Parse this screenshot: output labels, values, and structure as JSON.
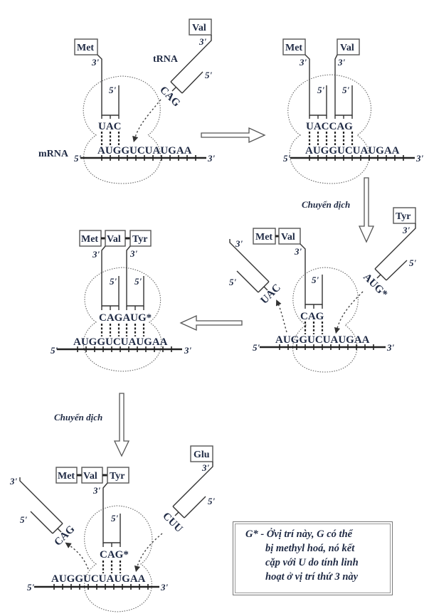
{
  "title": "Translation elongation with wobble pairing diagram",
  "labels": {
    "trna": "tRNA",
    "mrna": "mRNA",
    "five_prime": "5'",
    "three_prime": "3'",
    "translocation": "Chuyển dịch"
  },
  "amino_acids": [
    "Met",
    "Val",
    "Tyr",
    "Glu"
  ],
  "mrna_sequence": "AUGGUCUAUGAA",
  "panels": [
    {
      "id": "step-1",
      "codons_paired": "AUG",
      "p_site_anticodon": "UAC",
      "incoming_anticodon": "CAG",
      "incoming_aa": "Val",
      "chain": [
        "Met"
      ]
    },
    {
      "id": "step-2",
      "anticodons": "UACCAG",
      "chain_left": [
        "Met"
      ],
      "chain_right": [
        "Val"
      ]
    },
    {
      "id": "step-3",
      "leaving_anticodon": "UAC",
      "p_site_anticodon": "CAG",
      "incoming_anticodon": "AUG*",
      "incoming_aa": "Tyr",
      "chain": [
        "Met",
        "Val"
      ]
    },
    {
      "id": "step-4",
      "anticodons": "CAGAUG*",
      "chain": [
        "Met",
        "Val",
        "Tyr"
      ]
    },
    {
      "id": "step-5",
      "leaving_anticodon": "CAG",
      "p_site_anticodon": "CAG*",
      "incoming_anticodon": "CUU",
      "incoming_aa": "Glu",
      "chain": [
        "Met",
        "Val",
        "Tyr"
      ]
    }
  ],
  "note": {
    "line1": "G* - Ởvị trí này, G có thể",
    "line2": "bị methyl hoá, nó kết",
    "line3": "cặp với U do tính linh",
    "line4": "hoạt ở vị trí thứ 3 này"
  }
}
